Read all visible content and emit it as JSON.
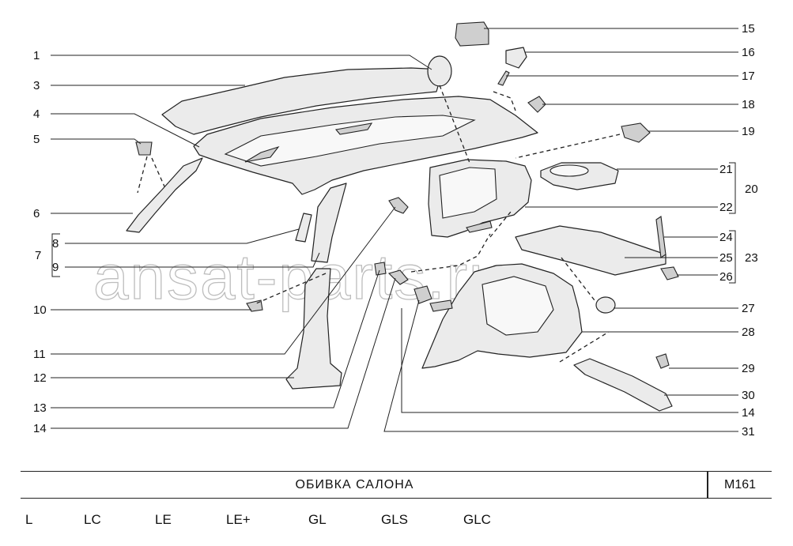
{
  "watermark": "ansat-parts.ru",
  "callouts_left": [
    "1",
    "3",
    "4",
    "5",
    "6",
    "8",
    "9",
    "7",
    "10",
    "11",
    "12",
    "13",
    "14"
  ],
  "callouts_right": [
    "15",
    "16",
    "17",
    "18",
    "19",
    "21",
    "22",
    "20",
    "24",
    "25",
    "23",
    "26",
    "27",
    "28",
    "29",
    "30",
    "14",
    "31"
  ],
  "title_bar": {
    "title": "ОБИВКА  САЛОНА",
    "code": "М161"
  },
  "trim_levels": [
    "L",
    "LC",
    "LE",
    "LE+",
    "GL",
    "GLS",
    "GLC"
  ]
}
